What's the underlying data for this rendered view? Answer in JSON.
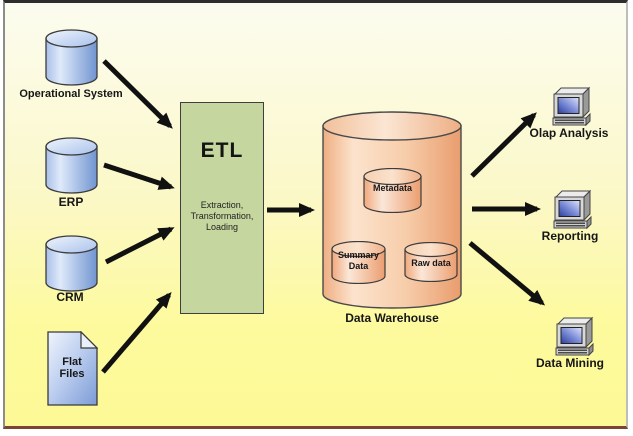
{
  "diagram": {
    "sources": [
      {
        "label": "Operational System",
        "icon": "database-cylinder-icon"
      },
      {
        "label": "ERP",
        "icon": "database-cylinder-icon"
      },
      {
        "label": "CRM",
        "icon": "database-cylinder-icon"
      },
      {
        "label": "Flat Files",
        "icon": "flat-file-document-icon"
      }
    ],
    "etl": {
      "title": "ETL",
      "steps": [
        "Extraction,",
        "Transformation,",
        "Loading"
      ]
    },
    "warehouse": {
      "label": "Data Warehouse",
      "stores": [
        {
          "label": "Metadata"
        },
        {
          "label": "Summary Data"
        },
        {
          "label": "Raw data"
        }
      ]
    },
    "consumers": [
      {
        "label": "Olap Analysis",
        "icon": "computer-icon"
      },
      {
        "label": "Reporting",
        "icon": "computer-icon"
      },
      {
        "label": "Data Mining",
        "icon": "computer-icon"
      }
    ],
    "colors": {
      "background_top": "#fcfcf0",
      "background_bottom": "#fdf996",
      "etl_box_green": "#c5d79e",
      "source_blue": "#7f9fd8",
      "warehouse_orange": "#f4c09a",
      "arrow_black": "#111111"
    }
  }
}
